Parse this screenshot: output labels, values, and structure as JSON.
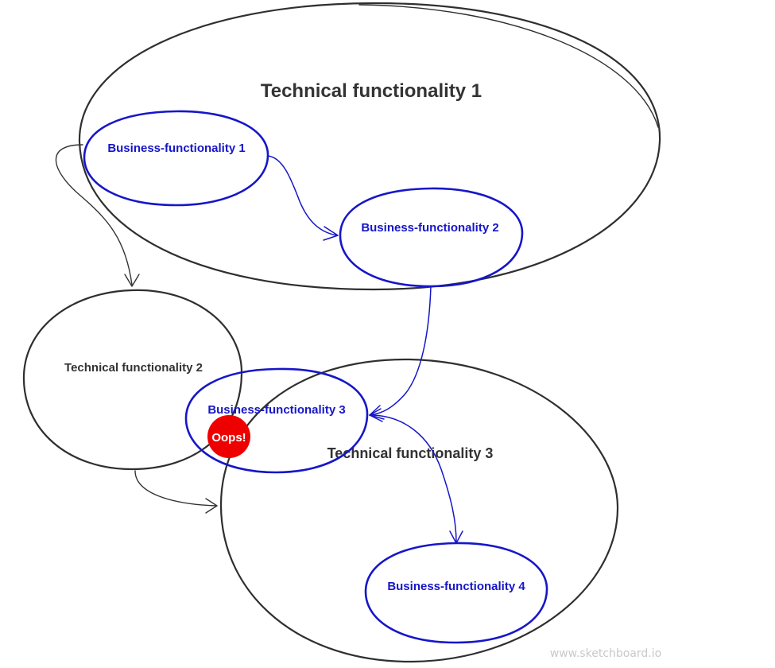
{
  "nodes": {
    "tech1": {
      "label": "Technical functionality 1"
    },
    "tech2": {
      "label": "Technical functionality 2"
    },
    "tech3": {
      "label": "Technical functionality 3"
    },
    "biz1": {
      "label": "Business-functionality 1"
    },
    "biz2": {
      "label": "Business-functionality 2"
    },
    "biz3": {
      "label": "Business-functionality 3"
    },
    "biz4": {
      "label": "Business-functionality 4"
    }
  },
  "oops": {
    "label": "Oops!",
    "color": "#ee0000"
  },
  "colors": {
    "business": "#1616c9",
    "technical": "#333333"
  },
  "edges": [
    {
      "from": "tech1",
      "to": "tech2"
    },
    {
      "from": "tech2",
      "to": "tech3"
    },
    {
      "from": "biz1",
      "to": "biz2"
    },
    {
      "from": "biz2",
      "to": "biz3"
    },
    {
      "from": "biz3",
      "to": "biz4"
    }
  ],
  "watermark": "www.sketchboard.io"
}
